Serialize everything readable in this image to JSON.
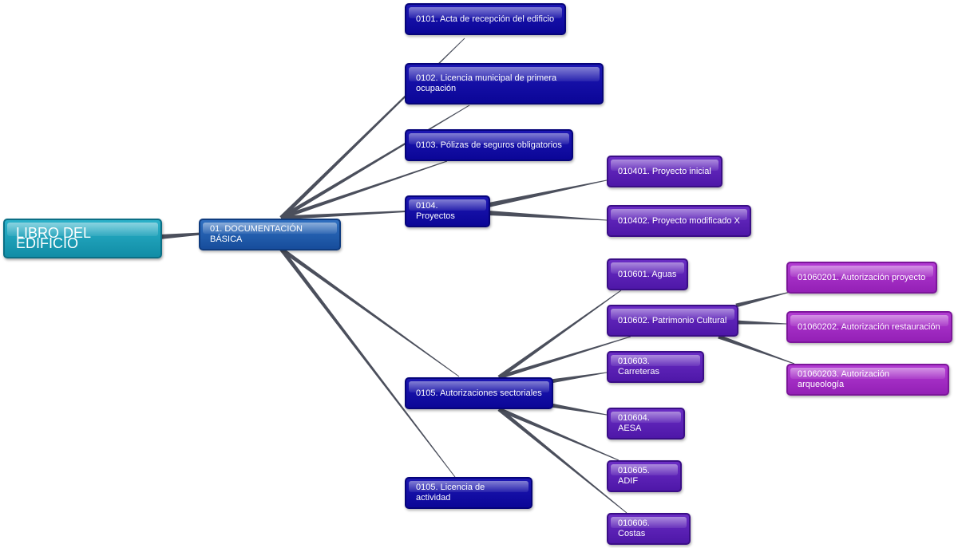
{
  "map": {
    "root": "LIBRO DEL EDIFICIO",
    "section": "01. DOCUMENTACIÓN BÁSICA",
    "items": {
      "n0101": "0101. Acta de recepción del edificio",
      "n0102": "0102. Licencia municipal de primera ocupación",
      "n0103": "0103. Pólizas de seguros obligatorios",
      "n0104": "0104. Proyectos",
      "n0105a": "0105. Autorizaciones sectoriales",
      "n0105b": "0105. Licencia de actividad"
    },
    "proyectos": {
      "n010401": "010401. Proyecto inicial",
      "n010402": "010402. Proyecto modificado X"
    },
    "autorizaciones": {
      "n010601": "010601. Aguas",
      "n010602": "010602. Patrimonio Cultural",
      "n010603": "010603. Carreteras",
      "n010604": "010604. AESA",
      "n010605": "010605. ADIF",
      "n010606": "010606. Costas"
    },
    "patrimonio": {
      "n01060201": "01060201. Autorización proyecto",
      "n01060202": "01060202. Autorización restauración",
      "n01060203": "01060203. Autorización arqueología"
    }
  },
  "colors": {
    "root": "#1aa0b8",
    "level1": "#1f5aab",
    "level2": "#0e0aa0",
    "level3": "#5a1fb3",
    "level4": "#a02dc2",
    "connector": "#4b4f5c"
  }
}
